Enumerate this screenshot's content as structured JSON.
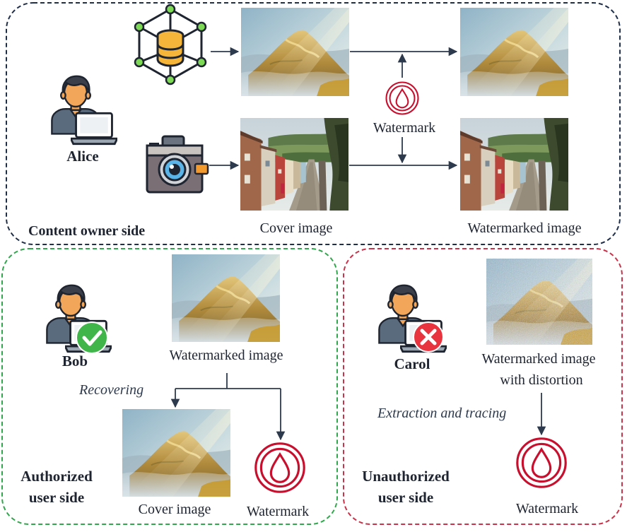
{
  "owner": {
    "person_name": "Alice",
    "section_label": "Content owner side",
    "cover_caption": "Cover image",
    "watermarked_caption": "Watermarked image",
    "watermark_label": "Watermark"
  },
  "authorized": {
    "person_name": "Bob",
    "section_label_line1": "Authorized",
    "section_label_line2": "user side",
    "watermarked_caption": "Watermarked image",
    "process_label": "Recovering",
    "cover_caption": "Cover image",
    "watermark_label": "Watermark"
  },
  "unauthorized": {
    "person_name": "Carol",
    "section_label_line1": "Unauthorized",
    "section_label_line2": "user side",
    "watermarked_caption_line1": "Watermarked image",
    "watermarked_caption_line2": "with distortion",
    "process_label": "Extraction and tracing",
    "watermark_label": "Watermark"
  },
  "colors": {
    "owner_border": "#1f2f4a",
    "authorized_border": "#2ea84a",
    "unauthorized_border": "#c8334a",
    "arrow": "#2d3a4d",
    "watermark_red": "#c8102e",
    "check_green": "#3fb54a",
    "cross_red": "#e8343f",
    "skin": "#f2a65a",
    "hair": "#3a3f4a",
    "shirt": "#5a6b7e"
  }
}
